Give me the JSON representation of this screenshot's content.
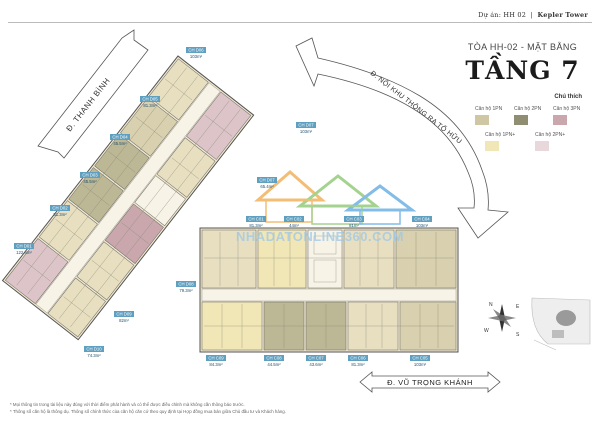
{
  "header": {
    "project_label": "Dự án: HH 02",
    "tower_name": "Kepler Tower"
  },
  "building_title": "TÒA HH-02 - MẶT BẰNG",
  "floor_title": "TẦNG 7",
  "streets": {
    "left": "Đ. THANH BÌNH",
    "right": "Đ. NỘI KHU THÔNG RA TỐ HỮU",
    "bottom": "Đ. VŨ TRỌNG KHÁNH"
  },
  "legend": {
    "title": "Chú thích",
    "items": [
      {
        "label": "Căn hộ 1PN",
        "color": "#cfc6a4"
      },
      {
        "label": "Căn hộ 2PN",
        "color": "#8f8d72"
      },
      {
        "label": "Căn hộ 3PN",
        "color": "#c9a7ad"
      },
      {
        "label": "Căn hộ 1PN+",
        "color": "#f1e6b6"
      },
      {
        "label": "Căn hộ 2PN+",
        "color": "#e8d8dc"
      }
    ]
  },
  "watermark": "NHADATONLINE360.COM",
  "compass": [
    "N",
    "E",
    "S",
    "W"
  ],
  "units": [
    {
      "code": "CH D06",
      "area": "103m²"
    },
    {
      "code": "CH D05",
      "area": "81.3m²"
    },
    {
      "code": "CH D07",
      "area": "103m²"
    },
    {
      "code": "CH D04",
      "area": "45.5m²"
    },
    {
      "code": "CH D03",
      "area": "45.5m²"
    },
    {
      "code": "CH D07",
      "area": "65.4m²"
    },
    {
      "code": "CH D02",
      "area": "81.3m²"
    },
    {
      "code": "CH C01",
      "area": "81.3m²"
    },
    {
      "code": "CH C02",
      "area": "44m²"
    },
    {
      "code": "CH C03",
      "area": "81m²"
    },
    {
      "code": "CH C04",
      "area": "103m²"
    },
    {
      "code": "CH D01",
      "area": "122.6m²"
    },
    {
      "code": "CH D08",
      "area": "79.3m²"
    },
    {
      "code": "CH D09",
      "area": "82m²"
    },
    {
      "code": "CH D10",
      "area": "74.3m²"
    },
    {
      "code": "CH C09",
      "area": "84.3m²"
    },
    {
      "code": "CH C08",
      "area": "44.5m²"
    },
    {
      "code": "CH C07",
      "area": "43.6m²"
    },
    {
      "code": "CH C06",
      "area": "81.3m²"
    },
    {
      "code": "CH C05",
      "area": "103m²"
    }
  ],
  "footnotes": [
    "* Mọi thông tin trong tài liệu này đúng với thời điểm phát hành và có thể được điều chỉnh mà không cần thông báo trước.",
    "* Thông số căn hộ là thông dụ. Thông số chính thức của căn hộ căn cứ theo quy định tại Hợp đồng mua bán giữa Chủ đầu tư và Khách hàng."
  ]
}
